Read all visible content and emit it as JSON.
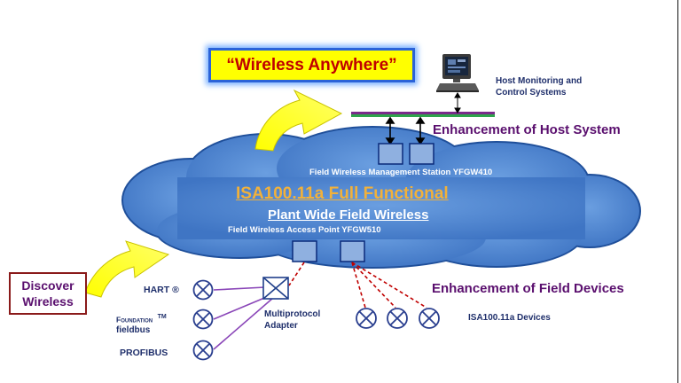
{
  "callouts": {
    "wireless_anywhere": "“Wireless Anywhere”",
    "discover_line1": "Discover",
    "discover_line2": "Wireless"
  },
  "host": {
    "label_line1": "Host Monitoring and",
    "label_line2": "Control Systems",
    "enhancement": "Enhancement of Host System"
  },
  "cloud": {
    "management_station": "Field Wireless Management Station YFGW410",
    "title": "ISA100.11a Full Functional",
    "subtitle": "Plant Wide Field Wireless",
    "access_point": "Field Wireless Access Point YFGW510"
  },
  "field": {
    "enhancement": "Enhancement of Field Devices",
    "hart": "HART ®",
    "foundation_line1": "Foundation",
    "foundation_tm": "TM",
    "foundation_line2": "fieldbus",
    "profibus": "PROFIBUS",
    "adapter_line1": "Multiprotocol",
    "adapter_line2": "Adapter",
    "isa_devices": "ISA100.11a Devices"
  },
  "colors": {
    "cloud_fill": "#4a82cf",
    "cloud_outline": "#1f4f9a",
    "arrow_fill": "#ffff1a",
    "title_gold": "#f2b13a",
    "device_purple": "#5a0f6e",
    "device_navy": "#1f2f6b",
    "wireless_red": "#c00000"
  }
}
